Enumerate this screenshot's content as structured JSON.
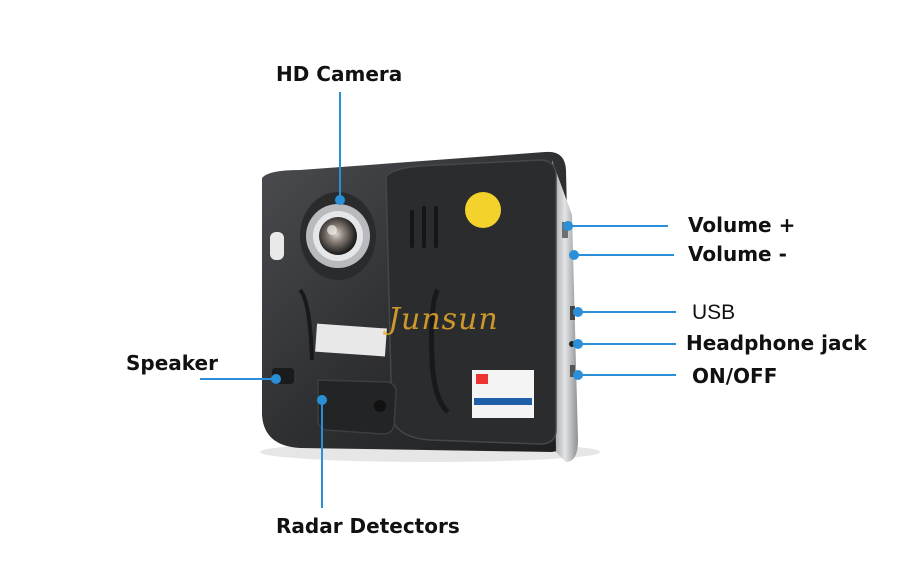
{
  "callouts": {
    "hd_camera": "HD Camera",
    "volume_up": "Volume +",
    "volume_down": "Volume -",
    "usb": "USB",
    "headphone_jack": "Headphone jack",
    "on_off": "ON/OFF",
    "speaker": "Speaker",
    "radar_detectors": "Radar Detectors"
  },
  "watermark": "Junsun",
  "colors": {
    "leader_line": "#2b8fd8",
    "device_body": "#3a3b3d",
    "device_frame": "#c9cbcd"
  }
}
